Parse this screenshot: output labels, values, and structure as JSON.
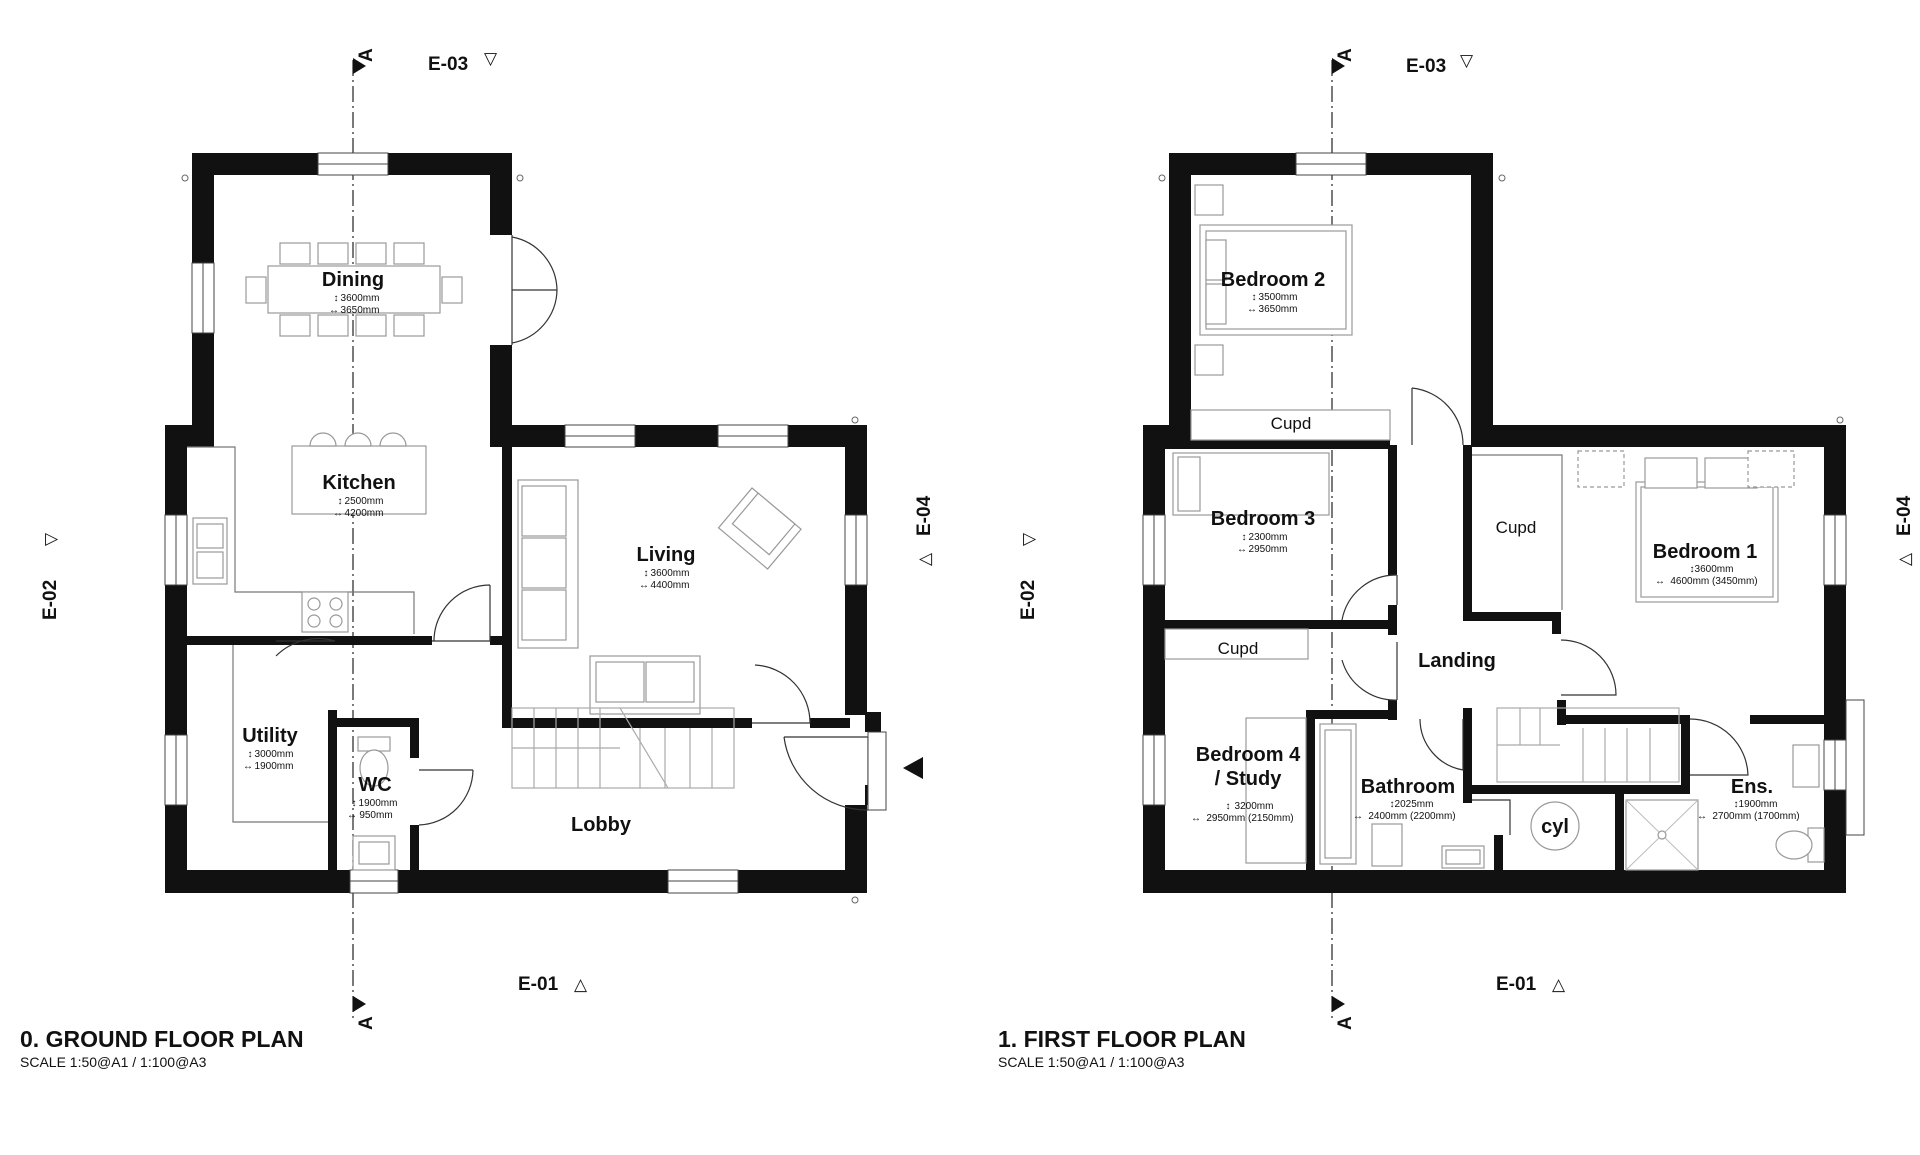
{
  "ground": {
    "title": "0. GROUND FLOOR PLAN",
    "scale": "SCALE 1:50@A1 / 1:100@A3",
    "rooms": {
      "dining": {
        "name": "Dining",
        "d1": "3600mm",
        "d2": "3650mm"
      },
      "kitchen": {
        "name": "Kitchen",
        "d1": "2500mm",
        "d2": "4200mm"
      },
      "living": {
        "name": "Living",
        "d1": "3600mm",
        "d2": "4400mm"
      },
      "utility": {
        "name": "Utility",
        "d1": "3000mm",
        "d2": "1900mm"
      },
      "wc": {
        "name": "WC",
        "d1": "1900mm",
        "d2": "950mm"
      },
      "lobby": {
        "name": "Lobby"
      }
    },
    "elevations": {
      "e01": "E-01",
      "e02": "E-02",
      "e03": "E-03",
      "e04": "E-04"
    },
    "section": "A"
  },
  "first": {
    "title": "1. FIRST FLOOR PLAN",
    "scale": "SCALE 1:50@A1 / 1:100@A3",
    "rooms": {
      "bed2": {
        "name": "Bedroom 2",
        "d1": "3500mm",
        "d2": "3650mm"
      },
      "bed3": {
        "name": "Bedroom 3",
        "d1": "2300mm",
        "d2": "2950mm"
      },
      "bed1": {
        "name": "Bedroom 1",
        "d1": "3600mm",
        "d2": "4600mm (3450mm)"
      },
      "bed4a": {
        "name": "Bedroom 4"
      },
      "bed4b": {
        "name": "/ Study"
      },
      "bed4": {
        "d1": "3200mm",
        "d2": "2950mm (2150mm)"
      },
      "bath": {
        "name": "Bathroom",
        "d1": "2025mm",
        "d2": "2400mm (2200mm)"
      },
      "ens": {
        "name": "Ens.",
        "d1": "1900mm",
        "d2": "2700mm (1700mm)"
      },
      "landing": {
        "name": "Landing"
      }
    },
    "labels": {
      "cupd": "Cupd",
      "cyl": "cyl"
    },
    "elevations": {
      "e01": "E-01",
      "e02": "E-02",
      "e03": "E-03",
      "e04": "E-04"
    },
    "section": "A"
  },
  "symbols": {
    "height": "↕",
    "width": "↔",
    "elev_open": "▽",
    "elev_up": "△"
  }
}
